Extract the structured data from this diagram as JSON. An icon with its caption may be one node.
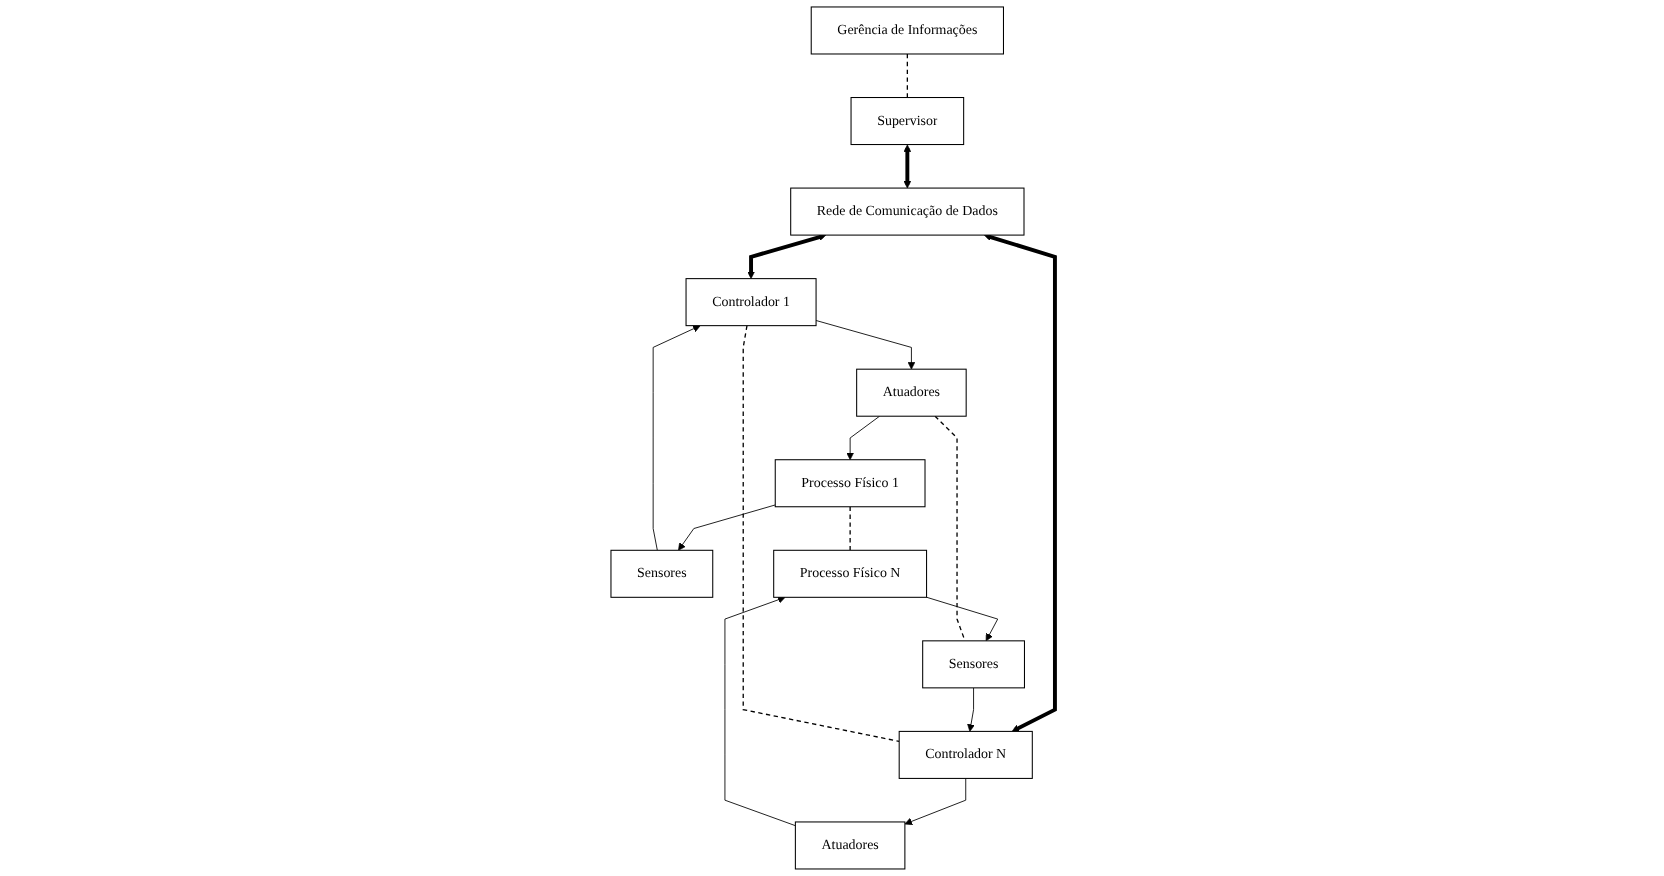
{
  "diagram": {
    "nodes": [
      {
        "text": [
          "Gerência de Informações"
        ]
      },
      {
        "text": [
          "Supervisor"
        ]
      },
      {
        "text": [
          "Rede de Comunicação de Dados"
        ]
      },
      {
        "text": [
          "Controlador 1"
        ]
      },
      {
        "text": [
          "Sensores"
        ]
      },
      {
        "text": [
          "Atuadores"
        ]
      },
      {
        "text": [
          "Processo Físico 1"
        ]
      },
      {
        "text": [
          "Controlador N"
        ]
      },
      {
        "text": [
          "Sensores"
        ]
      },
      {
        "text": [
          "Atuadores"
        ]
      },
      {
        "text": [
          "Processo Físico N"
        ]
      }
    ],
    "edges": [
      {
        "from": 0,
        "to": 1,
        "arrow": "none",
        "style": "dashed"
      },
      {
        "from": 1,
        "to": 2,
        "arrow": "both",
        "style": "thick"
      },
      {
        "from": 2,
        "to": 3,
        "arrow": "both",
        "style": "thick"
      },
      {
        "from": 2,
        "to": 7,
        "arrow": "both",
        "style": "thick"
      },
      {
        "from": 4,
        "to": 3,
        "arrow": "to"
      },
      {
        "from": 3,
        "to": 5,
        "arrow": "to"
      },
      {
        "from": 6,
        "to": 4,
        "arrow": "to"
      },
      {
        "from": 5,
        "to": 6,
        "arrow": "to"
      },
      {
        "from": 8,
        "to": 7,
        "arrow": "to"
      },
      {
        "from": 7,
        "to": 9,
        "arrow": "to"
      },
      {
        "from": 10,
        "to": 8,
        "arrow": "to"
      },
      {
        "from": 9,
        "to": 10,
        "arrow": "to"
      },
      {
        "from": 3,
        "to": 7,
        "arrow": "none",
        "style": "dashed"
      },
      {
        "from": 5,
        "to": 8,
        "arrow": "none",
        "style": "dashed"
      },
      {
        "from": 6,
        "to": 10,
        "arrow": "none",
        "style": "dashed"
      }
    ]
  }
}
